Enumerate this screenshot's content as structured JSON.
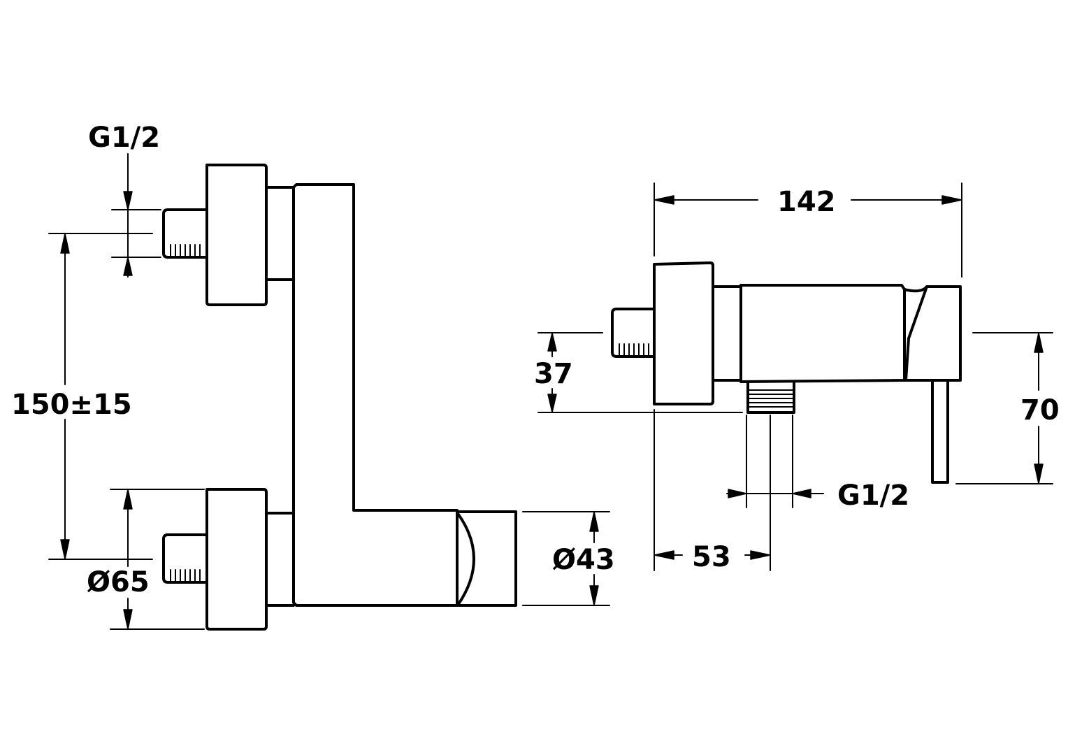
{
  "dimensions": {
    "thread_top": "G1/2",
    "center_distance": "150±15",
    "flange_diameter": "Ø65",
    "body_diameter": "Ø43",
    "overall_length": "142",
    "inlet_height": "37",
    "overall_height": "70",
    "thread_outlet": "G1/2",
    "outlet_offset": "53"
  }
}
